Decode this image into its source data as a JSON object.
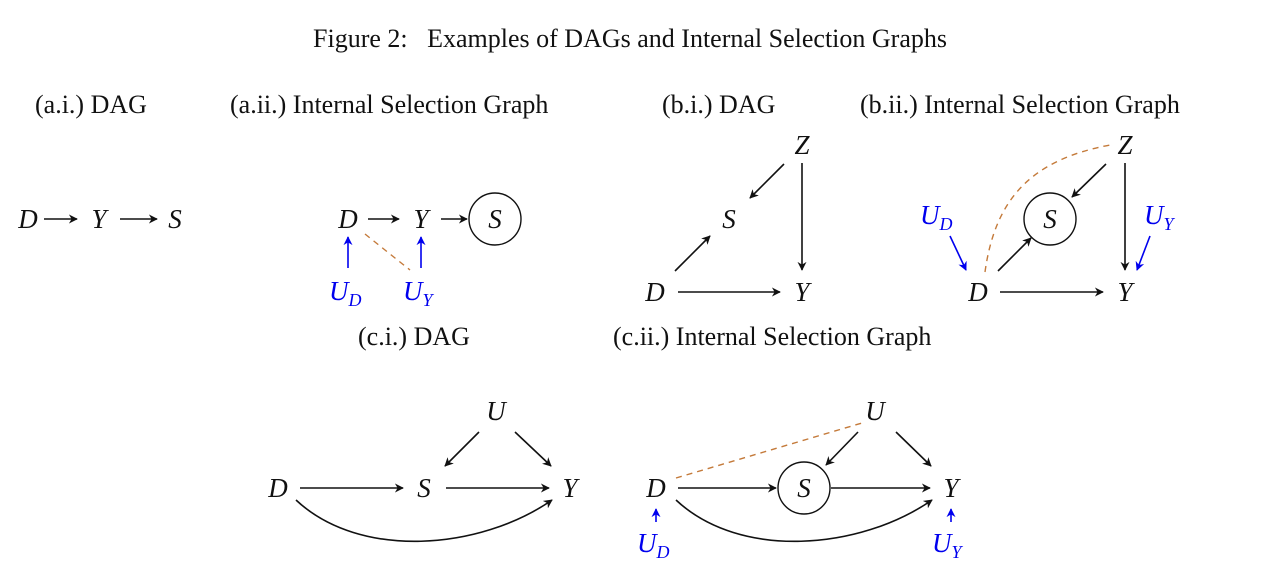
{
  "figure_title": "Figure 2:   Examples of DAGs and Internal Selection Graphs",
  "panels": {
    "a_i": "(a.i.) DAG",
    "a_ii": "(a.ii.) Internal Selection Graph",
    "b_i": "(b.i.) DAG",
    "b_ii": "(b.ii.) Internal Selection Graph",
    "c_i": "(c.i.) DAG",
    "c_ii": "(c.ii.) Internal Selection Graph"
  },
  "nodes": {
    "D": "D",
    "Y": "Y",
    "S": "S",
    "Z": "Z",
    "U": "U",
    "U_base": "U",
    "U_sub_D": "D",
    "U_sub_Y": "Y"
  },
  "colors": {
    "exogenous": "#0000ee",
    "correlation": "#c47a3a",
    "edge": "#111111"
  }
}
